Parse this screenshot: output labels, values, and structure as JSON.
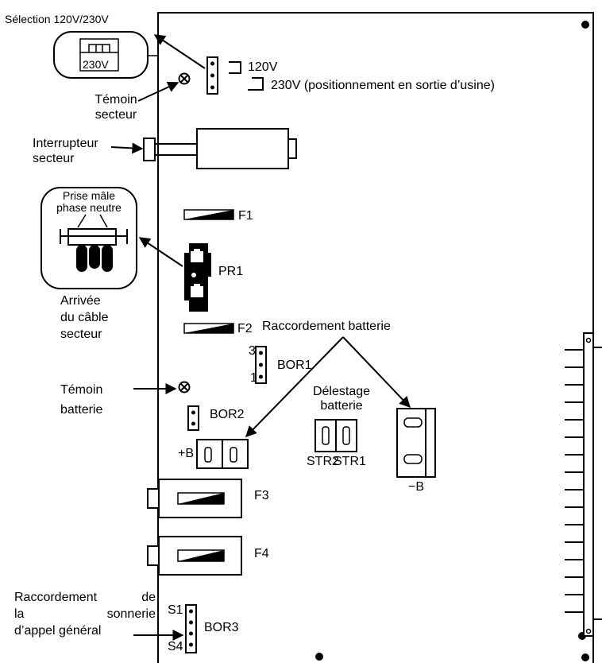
{
  "labels": {
    "selection": "Sélection 120V/230V",
    "sel_230": "230V",
    "v120": "120V",
    "v230": "230V (positionnement en sortie d’usine)",
    "temoin_secteur_1": "Témoin",
    "temoin_secteur_2": "secteur",
    "interrupteur_1": "Interrupteur",
    "interrupteur_2": "secteur",
    "prise_1": "Prise mâle",
    "prise_2": "phase neutre",
    "arrivee_1": "Arrivée",
    "arrivee_2": "du câble",
    "arrivee_3": "secteur",
    "f1": "F1",
    "pr1": "PR1",
    "f2": "F2",
    "raccord_batterie": "Raccordement batterie",
    "bor1_3": "3",
    "bor1_1": "1",
    "bor1": "BOR1",
    "temoin_batterie_1": "Témoin",
    "temoin_batterie_2": "batterie",
    "delestage_1": "Délestage",
    "delestage_2": "batterie",
    "bor2": "BOR2",
    "plus_b": "+B",
    "str2": "STR2",
    "str1": "STR1",
    "minus_b": "−B",
    "f3": "F3",
    "f4": "F4",
    "sonnerie_1": "Raccordement de",
    "sonnerie_2": "la sonnerie",
    "sonnerie_3": "d’appel général",
    "s1": "S1",
    "s4": "S4",
    "bor3": "BOR3"
  }
}
